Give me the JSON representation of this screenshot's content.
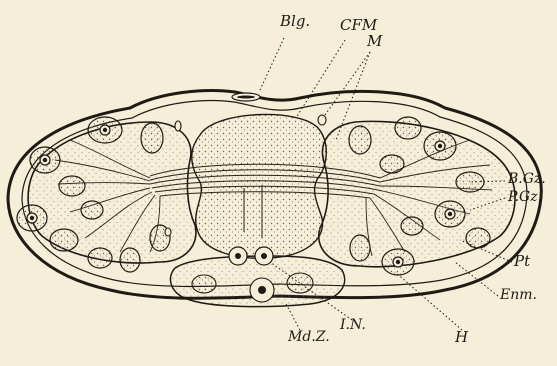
{
  "labels": {
    "blg": "Blg.",
    "cfm": "CFM",
    "m": "M",
    "bgz": "B.Gz.",
    "pgz": "P.Gz.",
    "pt": "Pt",
    "enm": "Enm.",
    "h": "H",
    "in": "I.N.",
    "mdz": "Md.Z."
  },
  "colors": {
    "paper": "#f5eed9",
    "ink": "#1f1a14",
    "stipple": "#6b5f4c"
  }
}
